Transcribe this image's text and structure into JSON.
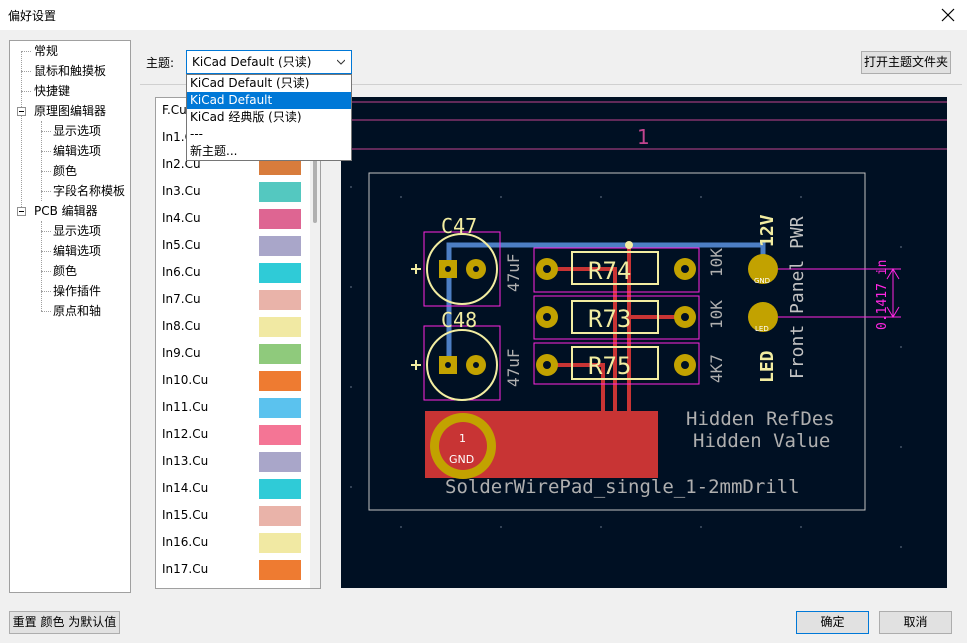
{
  "window": {
    "title": "偏好设置"
  },
  "tree": {
    "items": [
      {
        "label": "常规"
      },
      {
        "label": "鼠标和触摸板"
      },
      {
        "label": "快捷键"
      },
      {
        "label": "原理图编辑器"
      },
      {
        "label": "显示选项"
      },
      {
        "label": "编辑选项"
      },
      {
        "label": "颜色"
      },
      {
        "label": "字段名称模板"
      },
      {
        "label": "PCB 编辑器"
      },
      {
        "label": "显示选项"
      },
      {
        "label": "编辑选项"
      },
      {
        "label": "颜色"
      },
      {
        "label": "操作插件"
      },
      {
        "label": "原点和轴"
      }
    ]
  },
  "theme": {
    "label": "主题:",
    "selected": "KiCad Default (只读)",
    "open_folder_label": "打开主题文件夹",
    "options": [
      {
        "label": "KiCad Default (只读)"
      },
      {
        "label": "KiCad Default"
      },
      {
        "label": "KiCad 经典版 (只读)"
      },
      {
        "label": "---"
      },
      {
        "label": "新主题..."
      }
    ]
  },
  "layers": [
    {
      "name": "F.Cu",
      "color": "#c83434"
    },
    {
      "name": "In1.Cu",
      "color": "#7f5fa8"
    },
    {
      "name": "In2.Cu",
      "color": "#d87c3c"
    },
    {
      "name": "In3.Cu",
      "color": "#54c8c0"
    },
    {
      "name": "In4.Cu",
      "color": "#de6592"
    },
    {
      "name": "In5.Cu",
      "color": "#a9a6c9"
    },
    {
      "name": "In6.Cu",
      "color": "#2fcbd7"
    },
    {
      "name": "In7.Cu",
      "color": "#e9b3a9"
    },
    {
      "name": "In8.Cu",
      "color": "#f1e9a3"
    },
    {
      "name": "In9.Cu",
      "color": "#8fca7c"
    },
    {
      "name": "In10.Cu",
      "color": "#ee7b31"
    },
    {
      "name": "In11.Cu",
      "color": "#5bc2ee"
    },
    {
      "name": "In12.Cu",
      "color": "#f47595"
    },
    {
      "name": "In13.Cu",
      "color": "#a9a6c9"
    },
    {
      "name": "In14.Cu",
      "color": "#2fcbd7"
    },
    {
      "name": "In15.Cu",
      "color": "#e9b3a9"
    },
    {
      "name": "In16.Cu",
      "color": "#f1e9a3"
    },
    {
      "name": "In17.Cu",
      "color": "#ee7b31"
    }
  ],
  "preview": {
    "page_number": "1",
    "refs": {
      "c47": "C47",
      "c48": "C48",
      "r74": "R74",
      "r73": "R73",
      "r75": "R75"
    },
    "values": {
      "cap1": "47uF",
      "cap2": "47uF",
      "res1": "10K",
      "res2": "10K",
      "res3": "4K7"
    },
    "side_text": {
      "v12": "12V",
      "led": "LED",
      "front_panel": "Front Panel PWR"
    },
    "dimension": "0.1417 in",
    "hidden_refdes": "Hidden RefDes",
    "hidden_value": "Hidden Value",
    "footprint": "SolderWirePad_single_1-2mmDrill",
    "pad_number": "1",
    "pad_net": "GND",
    "pin_nets": {
      "gnd_small": "GND",
      "led_small": "LED"
    },
    "colors": {
      "background": "#001023",
      "copper_front": "#c83434",
      "copper_back": "#4d7fc4",
      "pad": "#c2a200",
      "silkscreen": "#f2eda1",
      "fab": "#afafaf",
      "courtyard": "#ff26e2",
      "drawings": "#c2c2c2"
    }
  },
  "buttons": {
    "reset": "重置 颜色 为默认值",
    "ok": "确定",
    "cancel": "取消"
  }
}
